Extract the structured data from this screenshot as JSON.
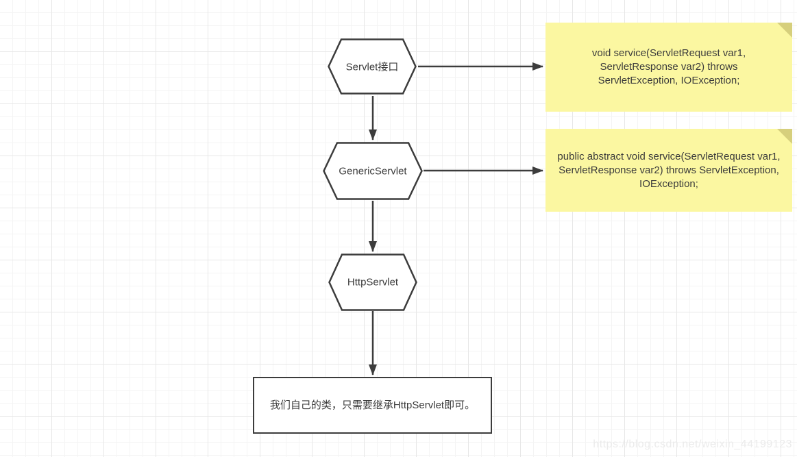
{
  "diagram": {
    "nodes": {
      "servlet_interface": {
        "label": "Servlet接口",
        "shape": "hexagon"
      },
      "generic_servlet": {
        "label": "GenericServlet",
        "shape": "hexagon"
      },
      "http_servlet": {
        "label": "HttpServlet",
        "shape": "hexagon"
      },
      "custom_class": {
        "label": "我们自己的类，只需要继承HttpServlet即可。",
        "shape": "rectangle"
      }
    },
    "notes": {
      "servlet_service_signature": {
        "text": "void service(ServletRequest var1, ServletResponse var2) throws ServletException, IOException;"
      },
      "generic_servlet_service_signature": {
        "text": "public abstract void service(ServletRequest var1, ServletResponse var2) throws ServletException, IOException;"
      }
    },
    "edges": [
      {
        "from": "servlet_interface",
        "to": "servlet_service_signature"
      },
      {
        "from": "servlet_interface",
        "to": "generic_servlet"
      },
      {
        "from": "generic_servlet",
        "to": "generic_servlet_service_signature"
      },
      {
        "from": "generic_servlet",
        "to": "http_servlet"
      },
      {
        "from": "http_servlet",
        "to": "custom_class"
      }
    ],
    "colors": {
      "note_fill": "#fbf7a1",
      "note_fold": "#d6cf7c",
      "shape_stroke": "#3c3c3c",
      "grid_minor": "#f4f4f4",
      "grid_major": "#e7e7e7"
    }
  },
  "watermark": {
    "text": "https://blog.csdn.net/weixin_44199123"
  }
}
